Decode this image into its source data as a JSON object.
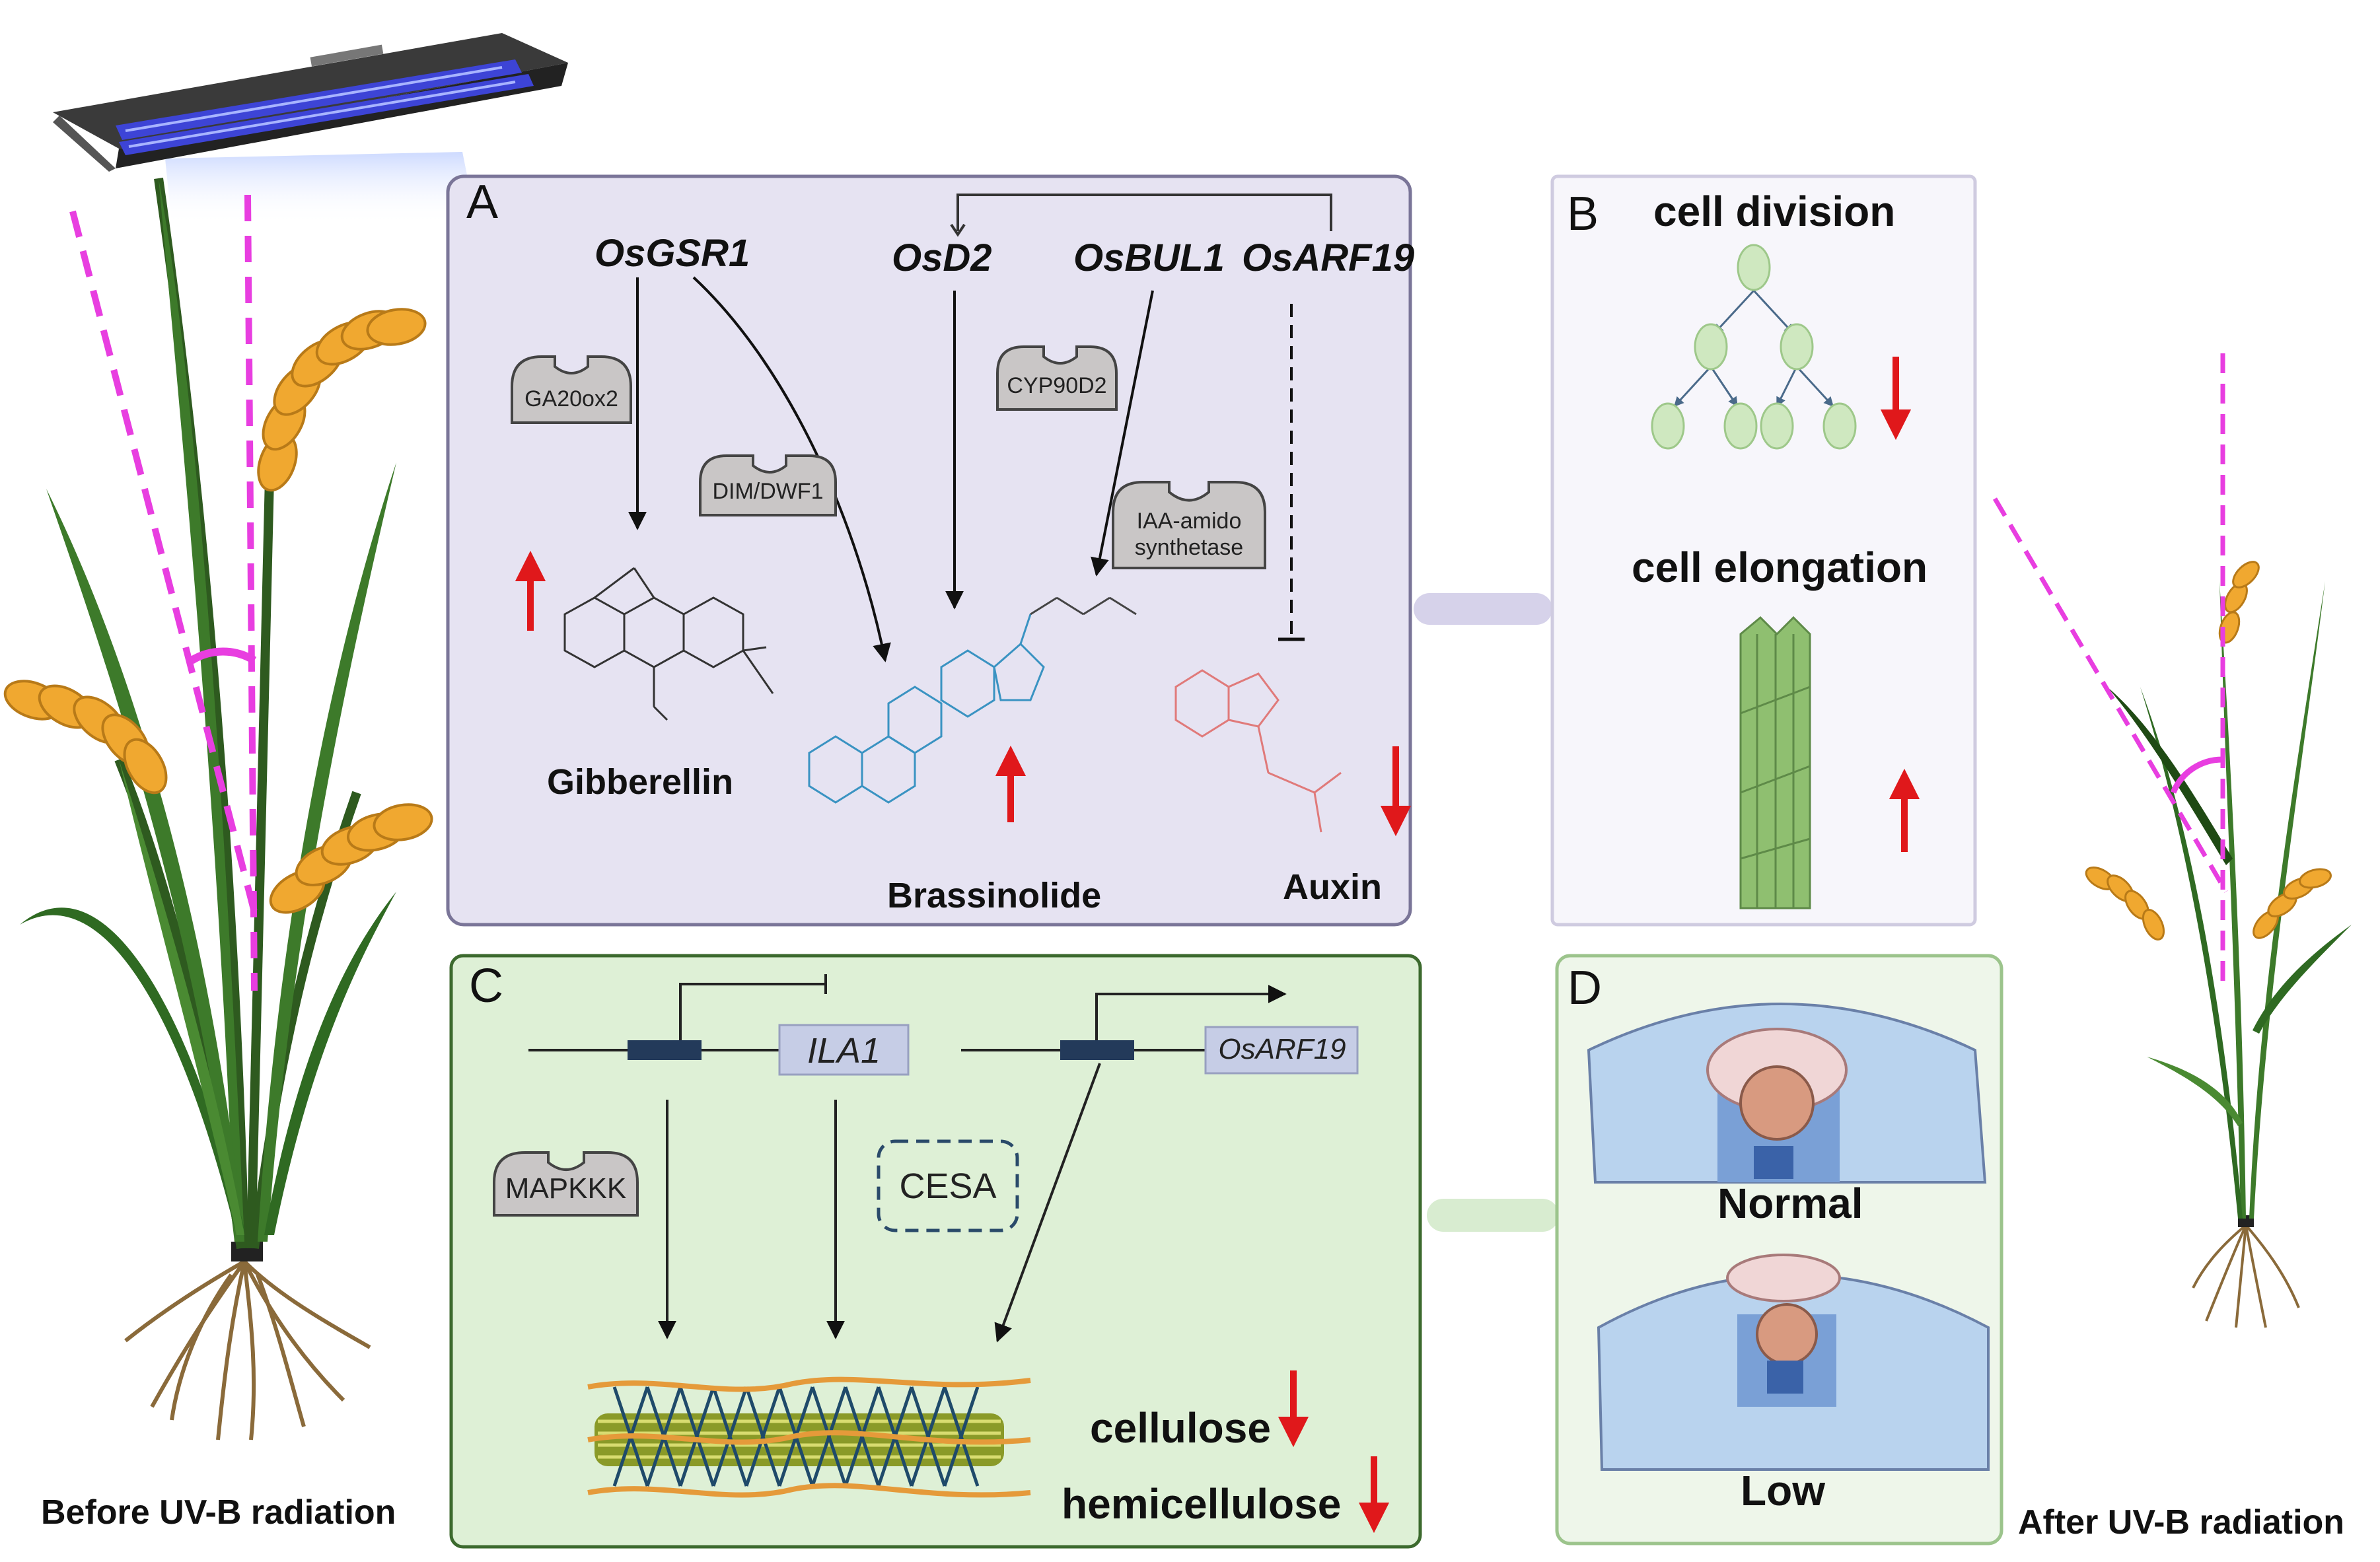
{
  "captions": {
    "before": "Before UV-B radiation",
    "after": "After UV-B radiation"
  },
  "panel_a": {
    "letter": "A",
    "genes": [
      "OsGSR1",
      "OsD2",
      "OsBUL1",
      "OsARF19"
    ],
    "enzymes": {
      "ga20ox2": "GA20ox2",
      "dim_dwf1": "DIM/DWF1",
      "cyp90d2": "CYP90D2",
      "iaa_amido_1": "IAA-amido",
      "iaa_amido_2": "synthetase"
    },
    "hormones": {
      "gibberellin": "Gibberellin",
      "brassinolide": "Brassinolide",
      "auxin": "Auxin"
    }
  },
  "panel_b": {
    "letter": "B",
    "cell_division": "cell division",
    "cell_elongation": "cell elongation"
  },
  "panel_c": {
    "letter": "C",
    "ila1": "ILA1",
    "osarf19": "OsARF19",
    "mapkkk": "MAPKKK",
    "cesa": "CESA",
    "cellulose": "cellulose",
    "hemicellulose": "hemicellulose"
  },
  "panel_d": {
    "letter": "D",
    "normal": "Normal",
    "low": "Low"
  },
  "colors": {
    "panel_a_bg": "#e6e3f2",
    "panel_b_bg": "#f7f6fb",
    "panel_c_bg": "#def0d6",
    "panel_d_bg": "#eef6ea",
    "magenta": "#e83ee0",
    "red_arrow": "#e0181b",
    "uv_blue": "#3b3fcf"
  }
}
